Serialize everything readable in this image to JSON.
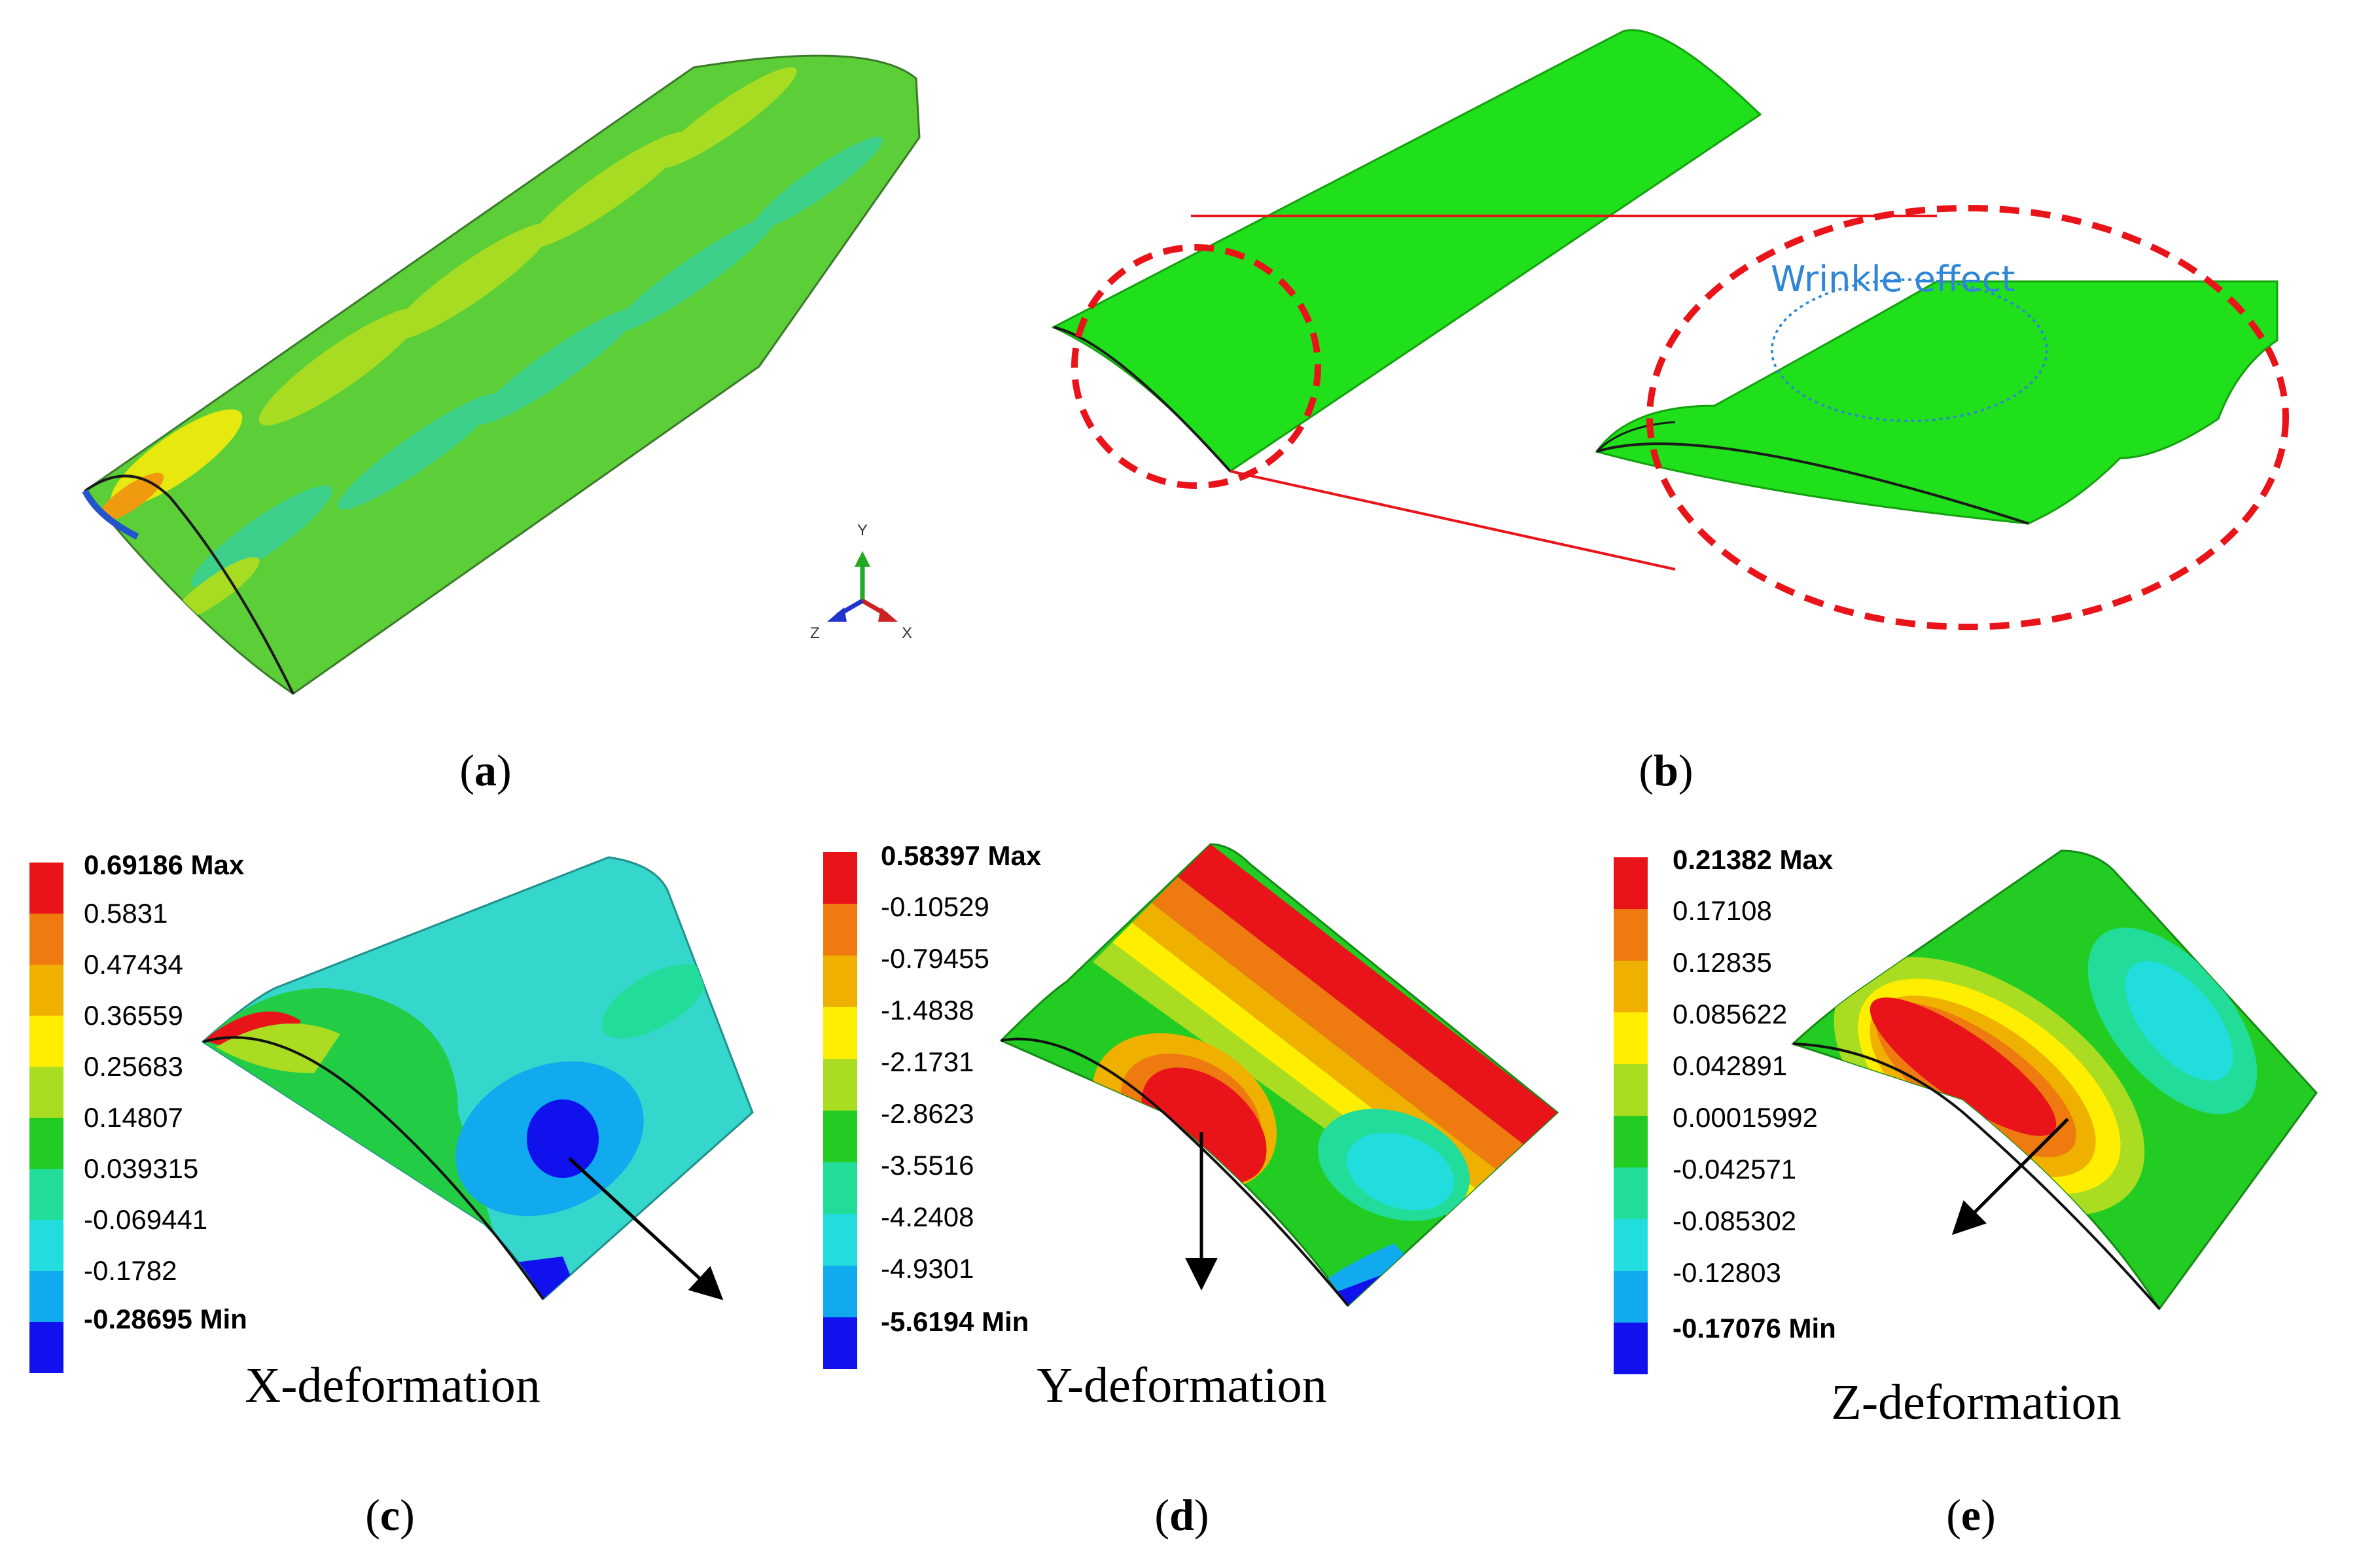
{
  "panels": {
    "a": {
      "caption_letter": "a"
    },
    "b": {
      "caption_letter": "b",
      "annotation": "Wrinkle effect"
    },
    "c": {
      "caption_letter": "c",
      "title": "X-deformation",
      "legend": {
        "max": "0.69186 Max",
        "levels": [
          "0.5831",
          "0.47434",
          "0.36559",
          "0.25683",
          "0.14807",
          "0.039315",
          "-0.069441",
          "-0.1782"
        ],
        "min": "-0.28695 Min"
      }
    },
    "d": {
      "caption_letter": "d",
      "title": "Y-deformation",
      "legend": {
        "max": "0.58397 Max",
        "levels": [
          "-0.10529",
          "-0.79455",
          "-1.4838",
          "-2.1731",
          "-2.8623",
          "-3.5516",
          "-4.2408",
          "-4.9301"
        ],
        "min": "-5.6194 Min"
      }
    },
    "e": {
      "caption_letter": "e",
      "title": "Z-deformation",
      "legend": {
        "max": "0.21382 Max",
        "levels": [
          "0.17108",
          "0.12835",
          "0.085622",
          "0.042891",
          "0.00015992",
          "-0.042571",
          "-0.085302",
          "-0.12803"
        ],
        "min": "-0.17076 Min"
      }
    }
  },
  "triad": {
    "y": "Y",
    "x": "X",
    "z": "Z"
  },
  "colors": {
    "scale": [
      "#e8141a",
      "#ee7a10",
      "#f0b000",
      "#ffee00",
      "#aadd22",
      "#22cc22",
      "#22dd99",
      "#22dddd",
      "#11aaee",
      "#1111ee"
    ],
    "shell_green": "#2ee81a",
    "dash_red": "#e8141a",
    "annotation_blue": "#2f86d6"
  }
}
